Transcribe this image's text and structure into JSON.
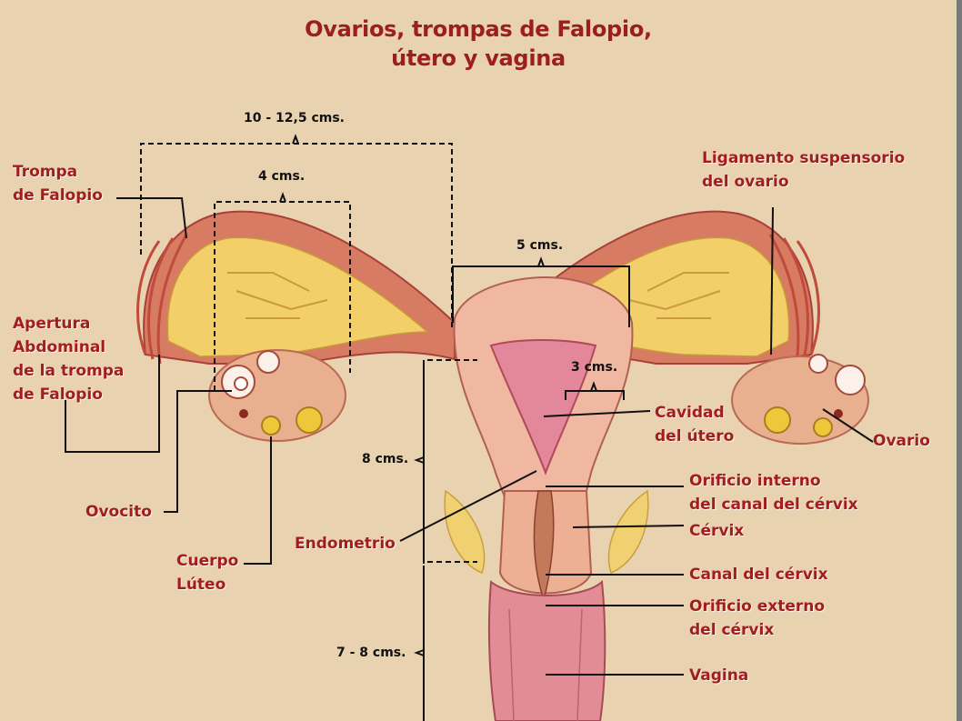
{
  "title": {
    "line1": "Ovarios, trompas de Falopio,",
    "line2": "útero y vagina"
  },
  "labels": {
    "trompa_falopio": "Trompa\nde Falopio",
    "apertura": "Apertura\nAbdominal\nde la trompa\nde Falopio",
    "ovocito": "Ovocito",
    "cuerpo_luteo": "Cuerpo\nLúteo",
    "endometrio": "Endometrio",
    "ligamento": "Ligamento suspensorio\ndel ovario",
    "cavidad": "Cavidad\ndel útero",
    "ovario": "Ovario",
    "orificio_interno": "Orificio interno\ndel canal del cérvix",
    "cervix": "Cérvix",
    "canal_cervix": "Canal del cérvix",
    "orificio_externo": "Orificio externo\ndel cérvix",
    "vagina": "Vagina"
  },
  "dimensions": {
    "width_total": "10 - 12,5 cms.",
    "ovary_width": "4 cms.",
    "uterus_width": "5 cms.",
    "cavity_width": "3 cms.",
    "uterus_length": "8 cms.",
    "vagina_length": "7 - 8 cms."
  },
  "colors": {
    "background": "#e9d2b0",
    "label": "#a21d20",
    "tissue": "#e8a88a",
    "fat": "#f2d060"
  }
}
